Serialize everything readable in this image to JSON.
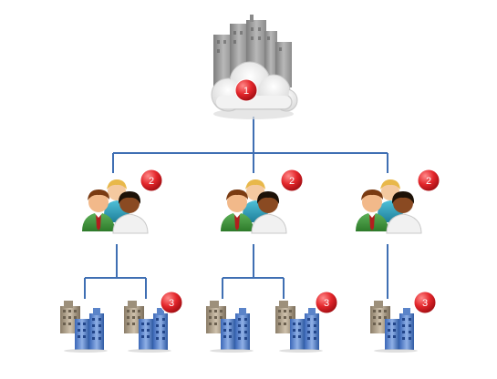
{
  "diagram": {
    "root": {
      "icon": "city-cloud-icon",
      "badge": "1"
    },
    "groups": [
      {
        "icon": "user-group-icon",
        "badge": "2",
        "children": {
          "icon": "buildings-icon",
          "count": 2,
          "badge": "3"
        }
      },
      {
        "icon": "user-group-icon",
        "badge": "2",
        "children": {
          "icon": "buildings-icon",
          "count": 2,
          "badge": "3"
        }
      },
      {
        "icon": "user-group-icon",
        "badge": "2",
        "children": {
          "icon": "buildings-icon",
          "count": 1,
          "badge": "3"
        }
      }
    ],
    "colors": {
      "connector": "#3f6fb3",
      "badge": "#e3262b",
      "cloud": "#e8e8e8",
      "city": "#9a9a9a"
    }
  }
}
